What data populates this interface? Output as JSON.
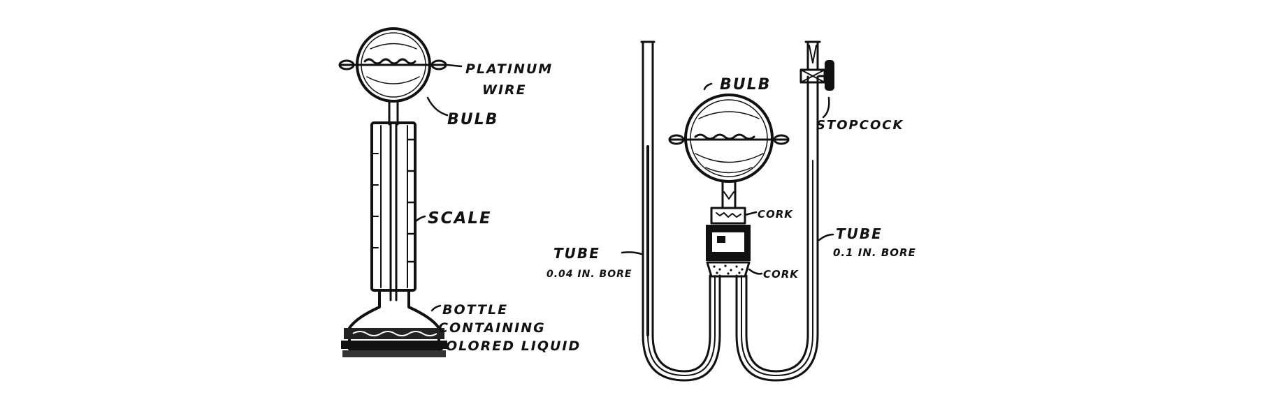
{
  "left_apparatus": {
    "platinum_wire_label": [
      "PLATINUM",
      "WIRE"
    ],
    "bulb_label": "BULB",
    "scale_label": "SCALE",
    "bottle_label": [
      "BOTTLE",
      "CONTAINING",
      "COLORED LIQUID"
    ]
  },
  "right_apparatus": {
    "bulb_label": "BULB",
    "stopcock_label": "STOPCOCK",
    "cork_top_label": "CORK",
    "cork_bottom_label": "CORK",
    "tube_left_label": [
      "TUBE",
      "0.04 IN. BORE"
    ],
    "tube_right_label": [
      "TUBE",
      "0.1 IN. BORE"
    ]
  }
}
